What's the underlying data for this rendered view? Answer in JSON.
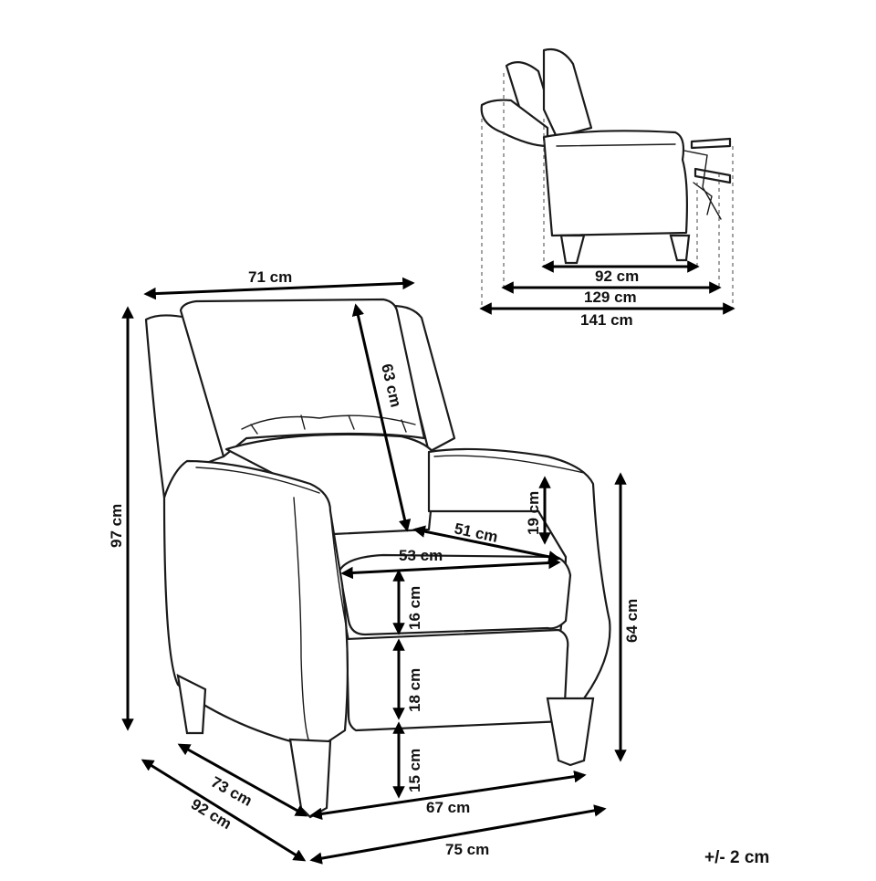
{
  "tolerance": "+/- 2 cm",
  "front_view": {
    "width_top": "71 cm",
    "height_total": "97 cm",
    "backrest": "63 cm",
    "seat_depth": "51 cm",
    "seat_width": "53 cm",
    "armrest_height": "19 cm",
    "arm_height": "64 cm",
    "cushion_thickness": "16 cm",
    "seat_front": "18 cm",
    "leg_height": "15 cm",
    "depth_inner": "73 cm",
    "depth_outer": "92 cm",
    "width_inner": "67 cm",
    "width_outer": "75 cm"
  },
  "side_view": {
    "closed_depth": "92 cm",
    "partial_recline": "129 cm",
    "full_recline": "141 cm"
  }
}
